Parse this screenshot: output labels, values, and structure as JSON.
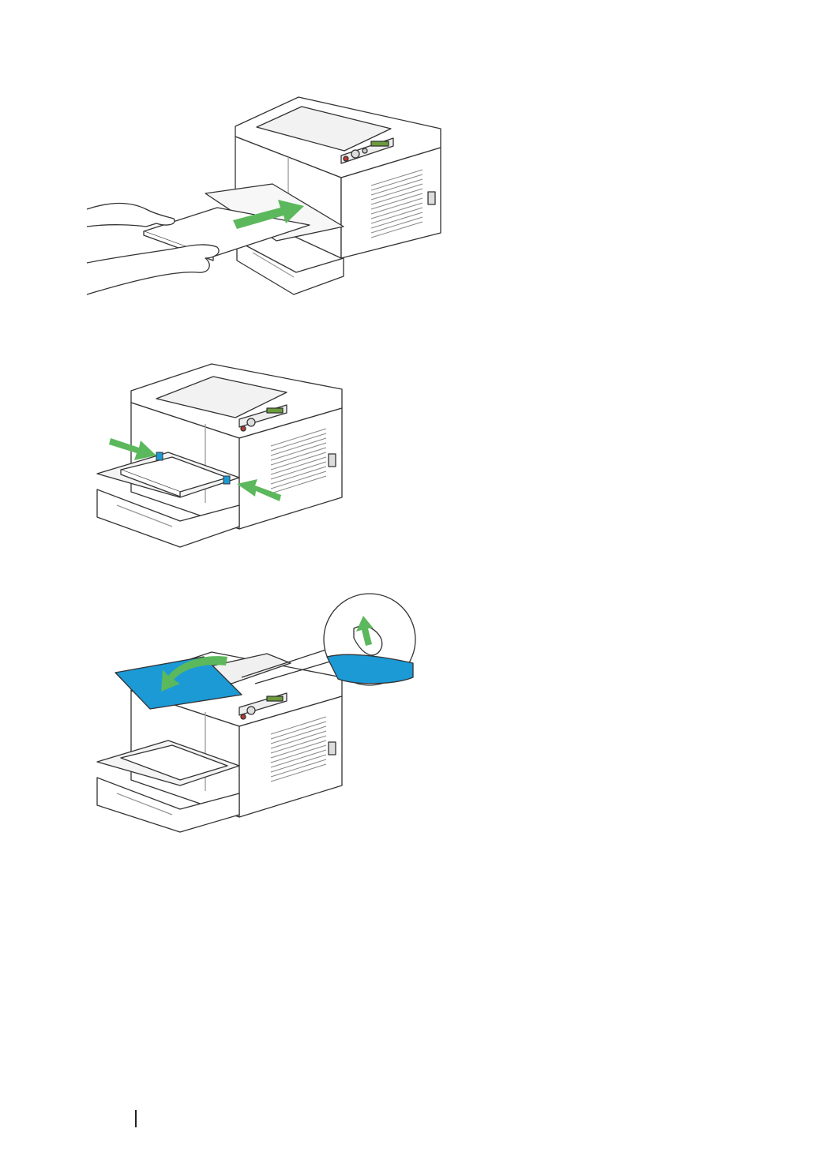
{
  "page": {
    "figures": [
      {
        "id": "figure-1",
        "depicts": "printer-paper-insertion",
        "icons": [
          "hand-icon",
          "paper-sheet-icon",
          "push-arrow-icon",
          "printer-icon"
        ]
      },
      {
        "id": "figure-2",
        "depicts": "printer-paper-guides",
        "icons": [
          "printer-icon",
          "paper-stack-icon",
          "push-arrow-icon",
          "guide-tab-icon"
        ]
      },
      {
        "id": "figure-3",
        "depicts": "printer-cover-extension",
        "icons": [
          "printer-icon",
          "cover-flap-icon",
          "curved-arrow-icon",
          "zoom-callout-icon"
        ]
      }
    ],
    "colors": {
      "arrow": "#5cb85c",
      "accent_blue": "#1b9ad6",
      "line": "#333333",
      "fill": "#ffffff",
      "shade": "#e9e9e9"
    }
  }
}
